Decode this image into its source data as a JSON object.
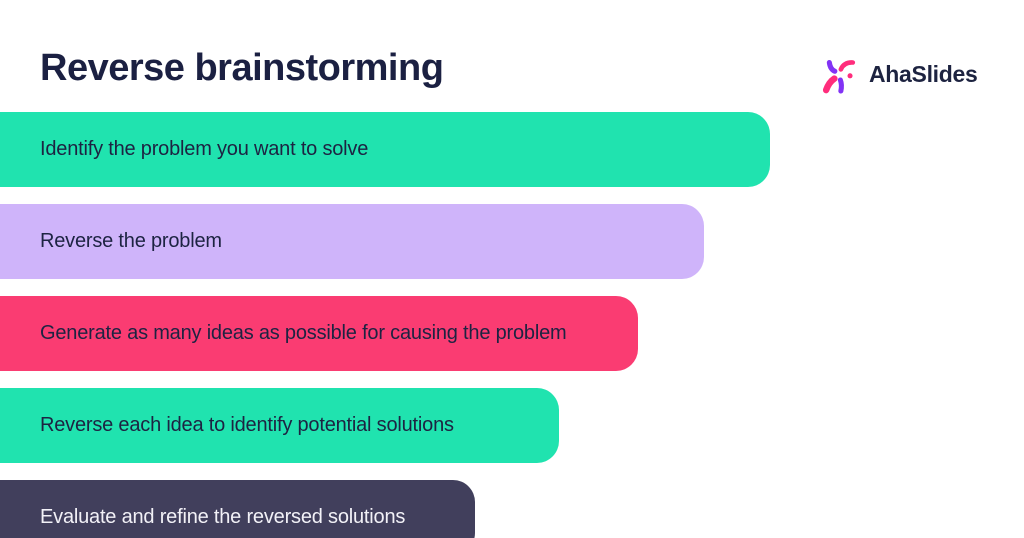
{
  "header": {
    "title": "Reverse brainstorming",
    "brand": "AhaSlides",
    "logo_icon": "splash-icon"
  },
  "colors": {
    "background": "#FFFFFF",
    "teal": "#20E3AF",
    "lavender": "#CFB4FA",
    "pink": "#FA3C72",
    "navy": "#413F5C",
    "title_text": "#1B2042",
    "bar_text_dark": "#1D2342",
    "bar_text_light": "#F2F1F7",
    "logo_pink": "#FF2D7C",
    "logo_purple": "#8233F5",
    "logo_text": "#1D2340"
  },
  "steps": [
    {
      "label": "Identify the problem you want to solve",
      "bg": "#20E3AF",
      "text_color": "#1D2342"
    },
    {
      "label": "Reverse the problem",
      "bg": "#CFB4FA",
      "text_color": "#1D2342"
    },
    {
      "label": "Generate as many ideas as possible for causing the problem",
      "bg": "#FA3C72",
      "text_color": "#1D2342"
    },
    {
      "label": "Reverse each idea to identify potential solutions",
      "bg": "#20E3AF",
      "text_color": "#1D2342"
    },
    {
      "label": "Evaluate and refine the reversed solutions",
      "bg": "#413F5C",
      "text_color": "#F2F1F7"
    }
  ]
}
